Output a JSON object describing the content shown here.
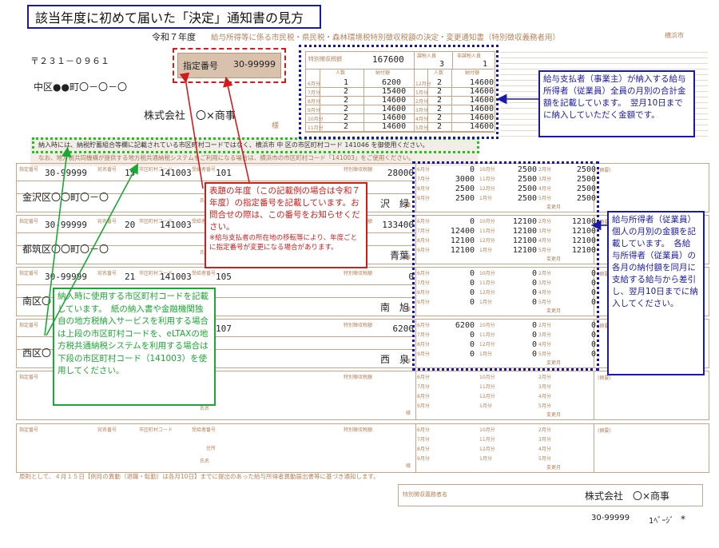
{
  "header": {
    "guide_title": "該当年度に初めて届いた「決定」通知書の見方",
    "era": "令和７年度",
    "doc_title": "給与所得等に係る市民税・県民税・森林環境税特別徴収税額の決定・変更通知書（特別徴収義務者用）",
    "city": "横浜市"
  },
  "address": {
    "postal": "〒２３１－０９６１",
    "line": "中区●●町〇－〇－〇",
    "company": "株式会社　〇×商事",
    "honorific": "様",
    "designation_label": "指定番号",
    "designation_no": "30-99999"
  },
  "summary": {
    "special_tax_label": "特別徴収税額",
    "special_tax_amount": "167600",
    "headcount_label": "課税人員",
    "headcount": "3",
    "nontax_label": "非課税人員",
    "nontax": "1",
    "col_people": "人数",
    "col_amount": "納付額",
    "months": [
      {
        "m": "6月分",
        "n": "1",
        "amt": "6200",
        "m2": "12月分",
        "n2": "2",
        "amt2": "14600"
      },
      {
        "m": "7月分",
        "n": "2",
        "amt": "15400",
        "m2": "1月分",
        "n2": "2",
        "amt2": "14600"
      },
      {
        "m": "8月分",
        "n": "2",
        "amt": "14600",
        "m2": "2月分",
        "n2": "2",
        "amt2": "14600"
      },
      {
        "m": "9月分",
        "n": "2",
        "amt": "14600",
        "m2": "3月分",
        "n2": "2",
        "amt2": "14600"
      },
      {
        "m": "10月分",
        "n": "2",
        "amt": "14600",
        "m2": "4月分",
        "n2": "2",
        "amt2": "14600"
      },
      {
        "m": "11月分",
        "n": "2",
        "amt": "14600",
        "m2": "5月分",
        "n2": "2",
        "amt2": "14600"
      }
    ]
  },
  "notice": {
    "line1": "納入時には、納税貯蓄組合等欄に記載されている市区町村コードではなく、横浜市 中 区の市区町村コード 141046 を御使用ください。",
    "line2": "なお、地方税共同機構が提供する地方税共通納税システムをご利用になる場合は、横浜市の市区町村コード「141003」をご使用ください。"
  },
  "labels": {
    "designation_short": "指定番号",
    "receipt_no": "宛名番号",
    "city_code": "市区町村コード",
    "recipient_no": "受給者番号",
    "special_tax": "特別徴収税額",
    "address_lbl": "住所",
    "name_lbl": "氏名",
    "remarks": "(摘要)",
    "change_month": "変更月",
    "sama": "様"
  },
  "employees": [
    {
      "designation": "30-99999",
      "receipt": "15",
      "city_code": "141003",
      "recipient": "101",
      "tax": "28000",
      "address": "金沢区〇〇町〇－〇",
      "name": "沢　緑",
      "months": [
        [
          "0",
          "2500",
          "2500"
        ],
        [
          "3000",
          "2500",
          "2500"
        ],
        [
          "2500",
          "2500",
          "2500"
        ],
        [
          "2500",
          "2500",
          "2500"
        ]
      ]
    },
    {
      "designation": "30-99999",
      "receipt": "20",
      "city_code": "141003",
      "recipient": "",
      "tax": "133400",
      "address": "都筑区〇〇町〇－〇",
      "name": "青葉",
      "months": [
        [
          "0",
          "12100",
          "12100"
        ],
        [
          "12400",
          "12100",
          "12100"
        ],
        [
          "12100",
          "12100",
          "12100"
        ],
        [
          "12100",
          "12100",
          "12100"
        ]
      ]
    },
    {
      "designation": "30-99999",
      "receipt": "21",
      "city_code": "141003",
      "recipient": "105",
      "tax": "0",
      "address": "南区〇",
      "name": "南　旭",
      "months": [
        [
          "0",
          "0",
          "0"
        ],
        [
          "0",
          "0",
          "0"
        ],
        [
          "0",
          "0",
          "0"
        ],
        [
          "0",
          "0",
          "0"
        ]
      ]
    },
    {
      "designation": "",
      "receipt": "",
      "city_code": "",
      "recipient": "107",
      "tax": "6200",
      "address": "西区〇",
      "name": "西　泉",
      "months": [
        [
          "6200",
          "0",
          "0"
        ],
        [
          "0",
          "0",
          "0"
        ],
        [
          "0",
          "0",
          "0"
        ],
        [
          "0",
          "0",
          "0"
        ]
      ]
    }
  ],
  "month_labels": [
    "6月分",
    "7月分",
    "8月分",
    "9月分",
    "10月分",
    "11月分",
    "12月分",
    "1月分",
    "2月分",
    "3月分",
    "4月分",
    "5月分"
  ],
  "footer": {
    "note": "原則として、４月１５日【例月の異動（退職・転勤）は各月10日】までに提出のあった給与所得者異動届出書等に基づき通知します。",
    "obligor_label": "特別徴収義務者名",
    "obligor": "株式会社　〇×商事",
    "code": "30-99999",
    "page": "1ﾍﾟｰｼﾞ",
    "star": "*"
  },
  "callouts": {
    "red": "表題の年度（この記載例の場合は令和７年度）の指定番号を記載しています。お問合せの際は、この番号をお知らせください。",
    "red_note": "※給与支払者の所在地の移転等により、年度ごとに指定番号が変更になる場合があります。",
    "blue_top": "給与支払者（事業主）が納入する給与所得者（従業員）全員の月別の合計金額を記載しています。　翌月10日までに納入していただく金額です。",
    "blue_mid": "給与所得者（従業員）個人の月別の金額を記載しています。　各給与所得者（従業員）の各月の納付額を同月に支給する給与から差引し、翌月10日までに納入してください。",
    "green": "納入時に使用する市区町村コードを記載しています。　紙の納入書や金融機関独自の地方税納入サービスを利用する場合は上段の市区町村コードを、eLTAXの地方税共通納税システムを利用する場合は下段の市区町村コード（141003）を使用してください。"
  },
  "colors": {
    "accent_blue": "#1a1aa8",
    "accent_red": "#d11c1c",
    "accent_green": "#1aa834",
    "form_brown": "#c9a487"
  }
}
